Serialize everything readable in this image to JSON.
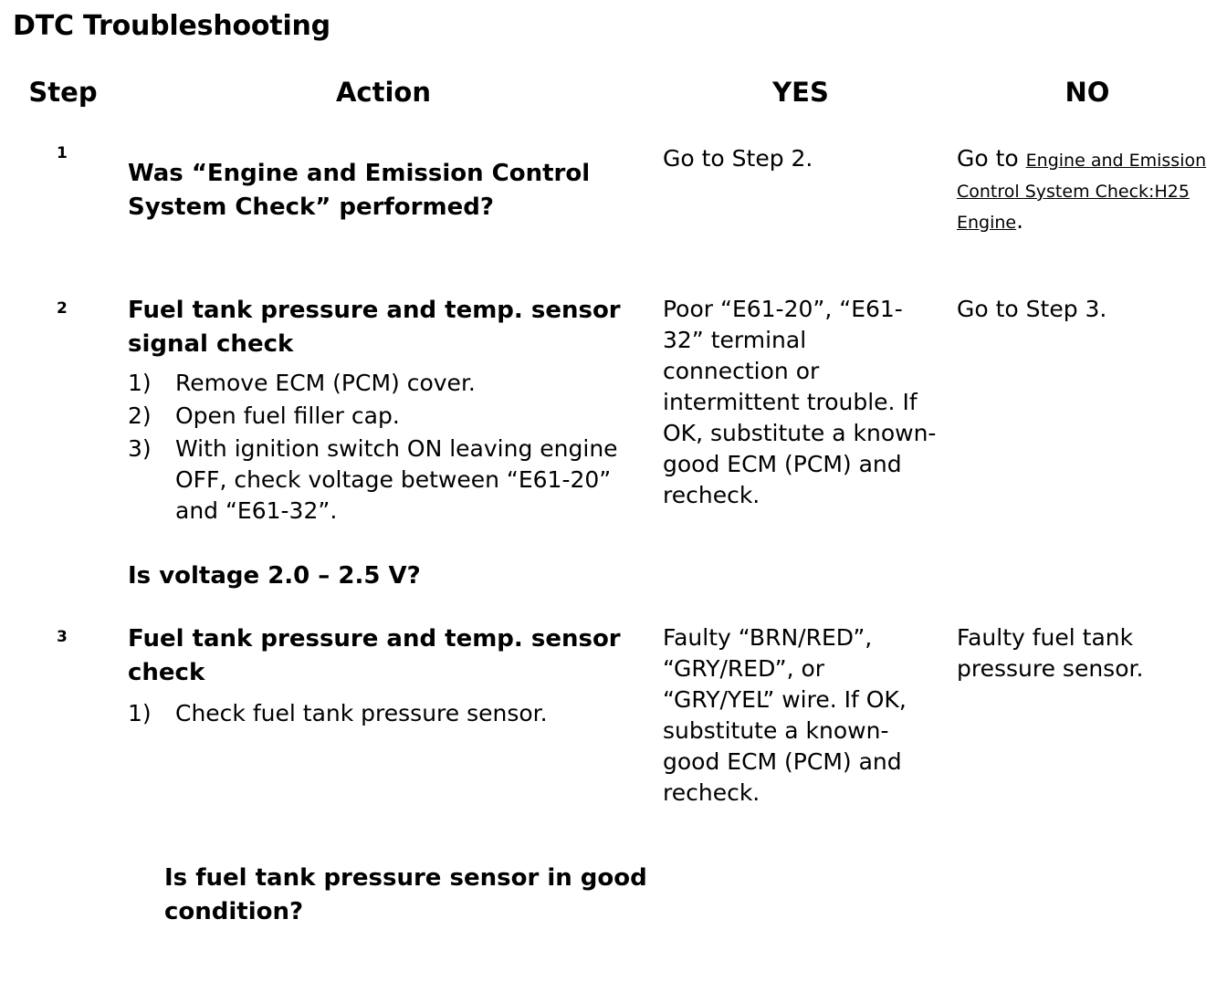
{
  "document": {
    "title": "DTC Troubleshooting"
  },
  "table": {
    "headers": {
      "step": "Step",
      "action": "Action",
      "yes": "YES",
      "no": "NO"
    },
    "rows": [
      {
        "step": "1",
        "action_heading": "Was “Engine and Emission Control System Check” performed?",
        "substeps": [],
        "question": "",
        "yes": "Go to Step 2.",
        "no_prefix": "Go to ",
        "no_link": "Engine and Emission Control System Check:H25 Engine",
        "no_suffix": ".",
        "no": ""
      },
      {
        "step": "2",
        "action_heading": "Fuel tank pressure and temp. sensor signal check",
        "substeps": [
          {
            "marker": "1)",
            "text": "Remove ECM (PCM) cover."
          },
          {
            "marker": "2)",
            "text": "Open fuel filler cap."
          },
          {
            "marker": "3)",
            "text": "With ignition switch ON leaving engine OFF, check voltage between “E61-20” and “E61-32”."
          }
        ],
        "question": "Is voltage 2.0 – 2.5 V?",
        "yes": "Poor “E61-20”, “E61-32” terminal connection or intermittent trouble. If OK, substitute a known-good ECM (PCM) and recheck.",
        "no": "Go to Step 3."
      },
      {
        "step": "3",
        "action_heading": "Fuel tank pressure and temp. sensor check",
        "substeps": [
          {
            "marker": "1)",
            "text": "Check fuel tank pressure sensor."
          }
        ],
        "question": "Is fuel tank pressure sensor in good condition?",
        "yes": "Faulty “BRN/RED”, “GRY/RED”, or “GRY/YEL” wire. If OK, substitute a known-good ECM (PCM) and recheck.",
        "no": "Faulty fuel tank pressure sensor."
      }
    ]
  },
  "colors": {
    "text": "#000000",
    "background": "#ffffff"
  }
}
